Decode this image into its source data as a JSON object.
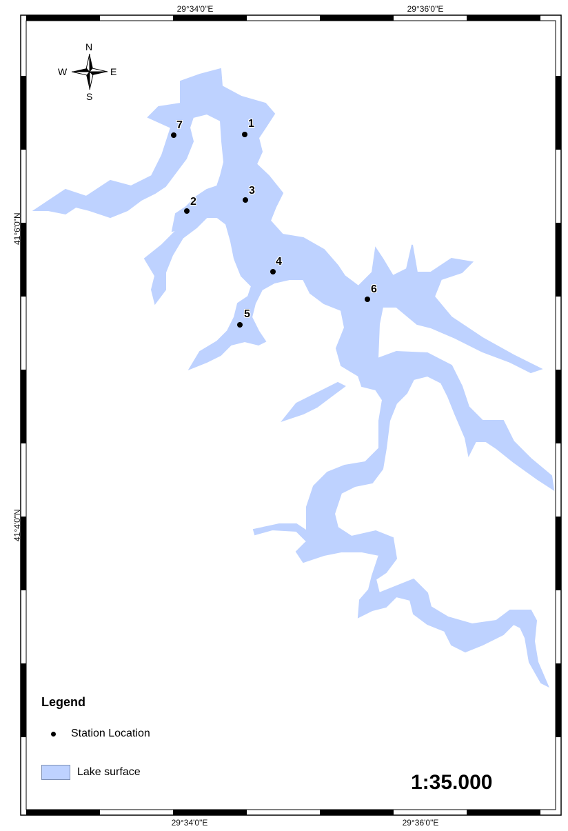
{
  "coords": {
    "top_left": "29°34'0\"E",
    "top_right": "29°36'0\"E",
    "bottom_left": "29°34'0\"E",
    "bottom_right": "29°36'0\"E",
    "left_upper": "41°6'0\"N",
    "left_lower": "41°4'0\"N"
  },
  "compass": {
    "n": "N",
    "s": "S",
    "e": "E",
    "w": "W"
  },
  "stations": [
    {
      "label": "1"
    },
    {
      "label": "2"
    },
    {
      "label": "3"
    },
    {
      "label": "4"
    },
    {
      "label": "5"
    },
    {
      "label": "6"
    },
    {
      "label": "7"
    }
  ],
  "legend": {
    "title": "Legend",
    "station": "Station Location",
    "lake": "Lake surface"
  },
  "scale": "1:35.000",
  "colors": {
    "lake": "#bed2ff",
    "station": "#000000",
    "frame": "#000000"
  }
}
